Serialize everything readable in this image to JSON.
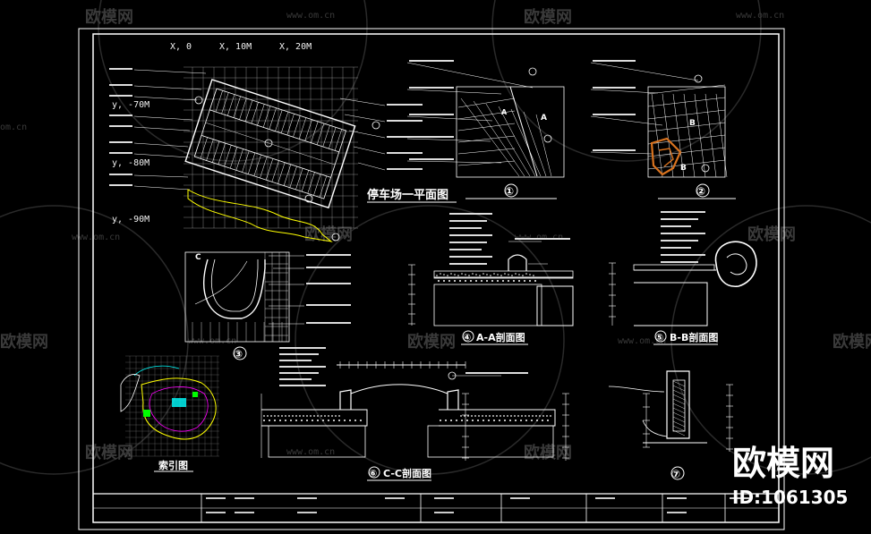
{
  "watermark": {
    "brand": "欧模网",
    "url": "www.om.cn",
    "short_url": "om.cn"
  },
  "brand": {
    "name": "欧模网",
    "id_text": "ID:1061305"
  },
  "plan": {
    "title": "停车场一平面图",
    "x_labels": [
      "X, 0",
      "X, 10M",
      "X, 20M"
    ],
    "y_labels": [
      "y, -70M",
      "y, -80M",
      "y, -90M"
    ]
  },
  "details": [
    {
      "num": "①"
    },
    {
      "num": "②"
    },
    {
      "num": "③"
    },
    {
      "num": "④",
      "title": "A-A剖面图"
    },
    {
      "num": "⑤",
      "title": "B-B剖面图"
    },
    {
      "num": "⑥",
      "title": "C-C剖面图"
    },
    {
      "num": "⑦"
    }
  ],
  "marks": {
    "A": "A",
    "B": "B",
    "C": "C"
  },
  "index_map": {
    "title": "索引图"
  },
  "colors": {
    "background": "#000000",
    "line": "#ffffff",
    "watermark": "#3a3a3a",
    "accent_yellow": "#ffff00",
    "accent_cyan": "#00ffff",
    "accent_magenta": "#ff00ff",
    "accent_green": "#00ff00",
    "rock_orange": "#d9731f"
  }
}
